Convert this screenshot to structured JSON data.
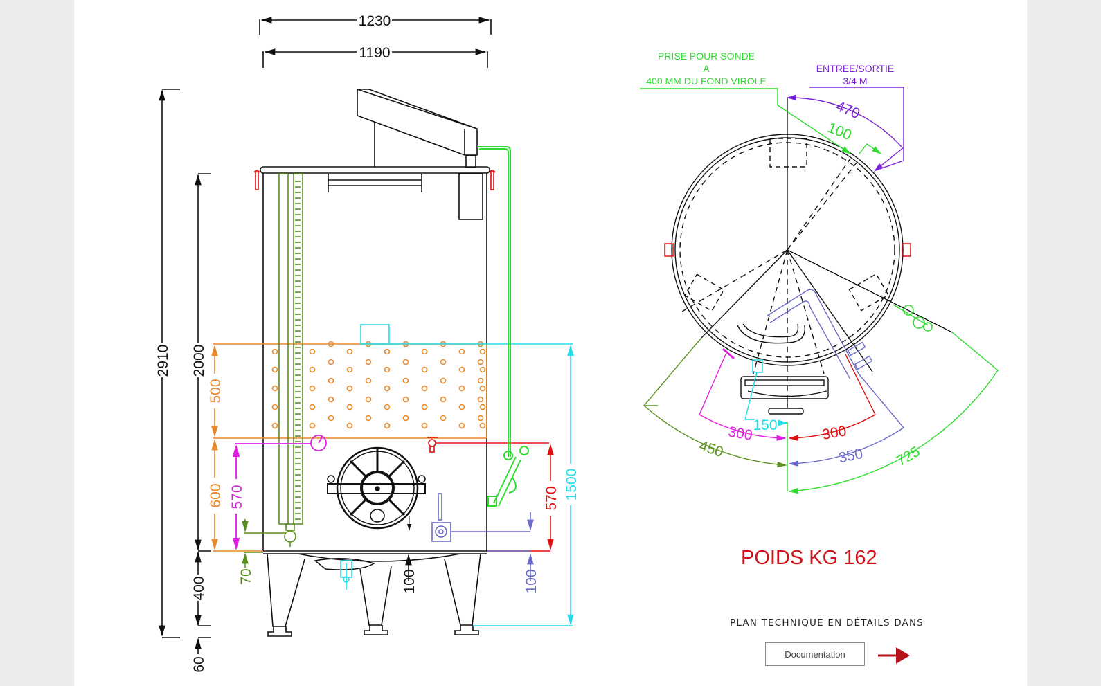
{
  "drawing": {
    "title": "Tank technical plan",
    "elevation_view": {
      "dimensions": {
        "overall_width": "1230",
        "body_width": "1190",
        "total_height": "2910",
        "body_height": "2000",
        "leg_height": "400",
        "foot_adjust": "60",
        "jacket_height": "500",
        "lower_zone": "600",
        "thermometer_height": "570",
        "level_gauge_offset": "70",
        "drain_height": "100",
        "valve_height": "100",
        "sample_height": "570",
        "top_hatch_height": "1500"
      }
    },
    "plan_view": {
      "labels": {
        "probe_line1": "PRISE POUR SONDE",
        "probe_line2": "A",
        "probe_line3": "400 MM DU FOND VIROLE",
        "inlet_line1": "ENTREE/SORTIE",
        "inlet_line2": "3/4 M"
      },
      "dimensions": {
        "inlet_arc": "470",
        "probe_arc": "100",
        "arc_150": "150",
        "arc_300_left": "300",
        "arc_300_right": "300",
        "arc_450": "450",
        "arc_350": "350",
        "arc_725": "725"
      }
    },
    "colors": {
      "line": "#111111",
      "orange": "#e8892b",
      "magenta": "#e020e0",
      "red": "#e01010",
      "cyan": "#22dde8",
      "green": "#2edb2e",
      "olive": "#5a8f1e",
      "blue": "#6a6ac8",
      "purple": "#7a22d8"
    }
  },
  "weight_label": "POIDS KG 162",
  "documentation": {
    "caption": "PLAN TECHNIQUE EN DÉTAILS DANS",
    "button_label": "Documentation",
    "arrow_icon": "arrow-right-icon"
  }
}
